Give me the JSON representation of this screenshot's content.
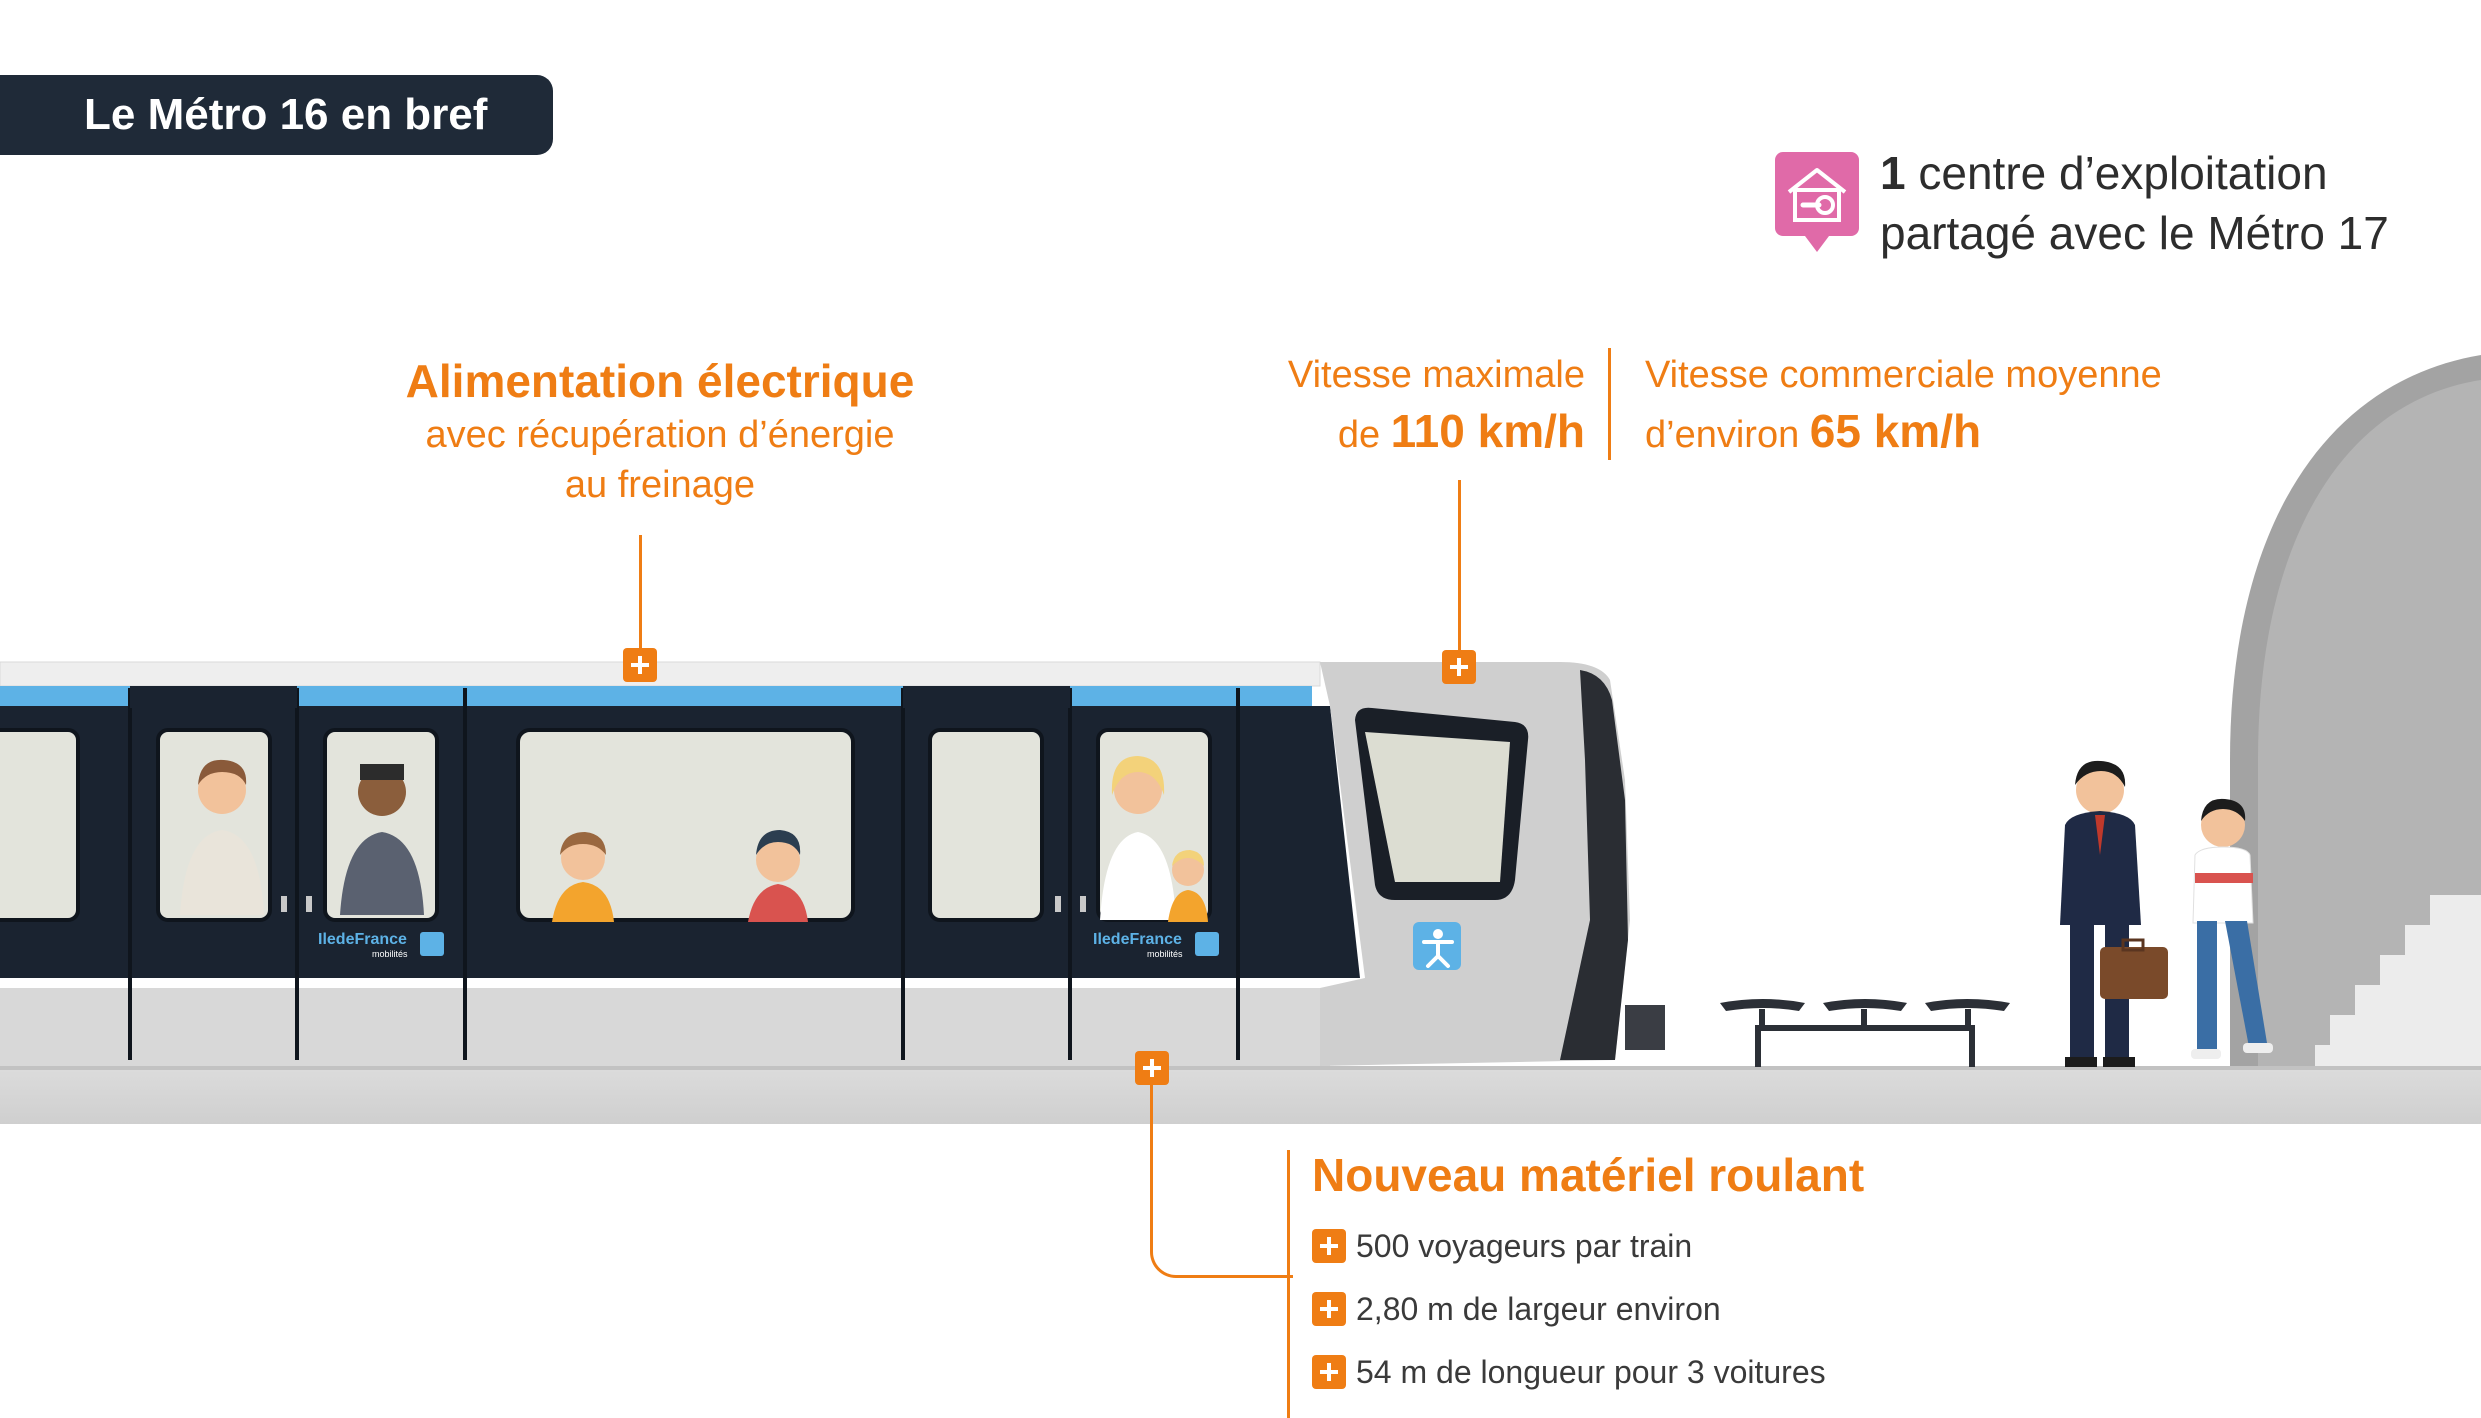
{
  "header": {
    "title": "Le Métro 16 en bref"
  },
  "center_info": {
    "number": "1",
    "line1": " centre d’exploitation",
    "line2": "partagé avec le Métro 17"
  },
  "power": {
    "title": "Alimentation électrique",
    "line1": "avec récupération d’énergie",
    "line2": "au freinage"
  },
  "max_speed": {
    "label": "Vitesse maximale",
    "prefix": "de ",
    "value": "110 km/h"
  },
  "avg_speed": {
    "label": "Vitesse commerciale moyenne",
    "prefix": "d’environ ",
    "value": "65 km/h"
  },
  "rolling_stock": {
    "title": "Nouveau matériel roulant",
    "items": [
      "500 voyageurs par train",
      "2,80 m de largeur environ",
      "54 m de longueur pour 3 voitures"
    ]
  },
  "train_logo": {
    "brand_a": "Ile",
    "brand_b": "de",
    "brand_c": "France",
    "sub": "mobilités"
  },
  "colors": {
    "accent_orange": "#ef7d14",
    "navy": "#1f2a38",
    "pink": "#e06aa8",
    "train_blue": "#5db2e6",
    "tunnel_gray": "#a3a3a3"
  },
  "icons": [
    "building-wrench-icon",
    "plus-icon",
    "accessibility-icon"
  ]
}
